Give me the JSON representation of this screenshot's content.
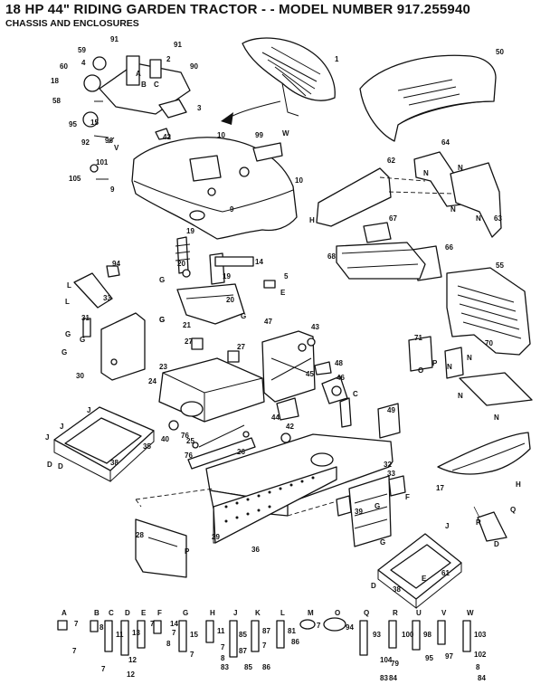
{
  "title": "18 HP 44\" RIDING GARDEN TRACTOR - - MODEL NUMBER 917.255940",
  "subtitle": "CHASSIS AND ENCLOSURES",
  "callouts": [
    "1",
    "50",
    "91",
    "91",
    "2",
    "90",
    "59",
    "60",
    "4",
    "18",
    "A",
    "B",
    "C",
    "58",
    "3",
    "15",
    "95",
    "92",
    "96",
    "V",
    "42",
    "W",
    "99",
    "10",
    "10",
    "64",
    "62",
    "101",
    "105",
    "9",
    "9",
    "N",
    "N",
    "N",
    "N",
    "63",
    "H",
    "67",
    "66",
    "68",
    "19",
    "14",
    "20",
    "19",
    "5",
    "E",
    "20",
    "21",
    "G",
    "G",
    "G",
    "55",
    "94",
    "L",
    "L",
    "33",
    "31",
    "G",
    "G",
    "G",
    "G",
    "30",
    "47",
    "43",
    "71",
    "N",
    "O",
    "P",
    "70",
    "N",
    "27",
    "27",
    "23",
    "24",
    "48",
    "46",
    "45",
    "76",
    "N",
    "N",
    "44",
    "42",
    "40",
    "76",
    "25",
    "26",
    "J",
    "J",
    "J",
    "35",
    "38",
    "D",
    "D",
    "49",
    "C",
    "32",
    "33",
    "39",
    "F",
    "G",
    "G",
    "29",
    "28",
    "36",
    "J",
    "61",
    "H",
    "17",
    "Q",
    "R",
    "D",
    "D",
    "38",
    "E",
    "P"
  ],
  "fasteners": {
    "letters": [
      "A",
      "B",
      "C",
      "D",
      "E",
      "F",
      "G",
      "H",
      "J",
      "K",
      "L",
      "M",
      "O",
      "Q",
      "R",
      "U",
      "V",
      "W"
    ],
    "numbers": [
      "7",
      "7",
      "8",
      "11",
      "7",
      "12",
      "13",
      "7",
      "12",
      "14",
      "7",
      "8",
      "15",
      "7",
      "11",
      "7",
      "8",
      "83",
      "85",
      "87",
      "85",
      "87",
      "7",
      "86",
      "81",
      "86",
      "7",
      "94",
      "93",
      "104",
      "83",
      "100",
      "79",
      "98",
      "95",
      "97",
      "103",
      "102",
      "8",
      "84",
      "84"
    ]
  }
}
